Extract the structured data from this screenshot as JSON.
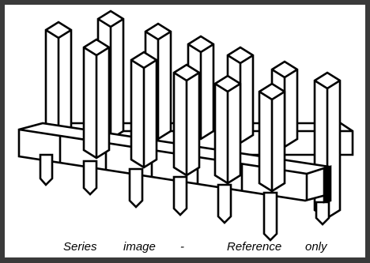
{
  "caption": {
    "word1": "Series",
    "word2": "image",
    "word3": "-",
    "word4": "Reference",
    "word5": "only"
  }
}
